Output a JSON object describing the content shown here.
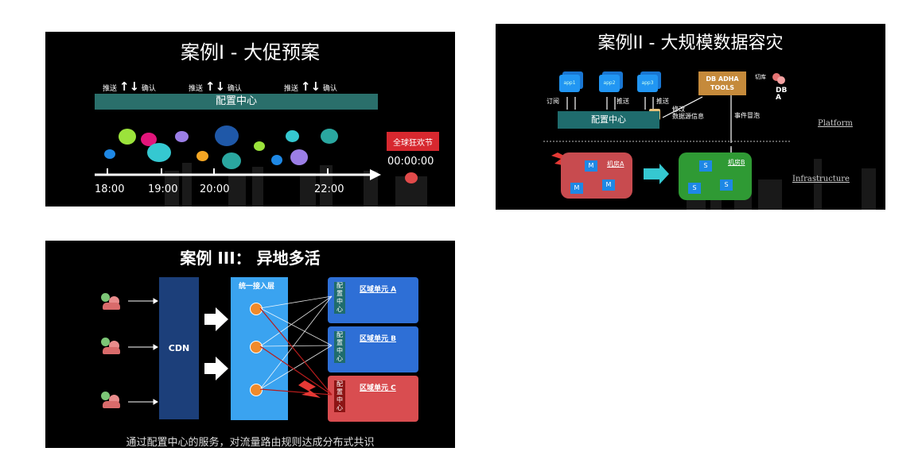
{
  "slide1": {
    "title": "案例I - 大促预案",
    "push_label": "推送",
    "confirm_label": "确认",
    "center_bar": "配置中心",
    "times": [
      "18:00",
      "19:00",
      "20:00",
      "22:00"
    ],
    "countdown": "00:00:00",
    "banner": "全球狂欢节"
  },
  "slide2": {
    "title": "案例II - 大规模数据容灾",
    "apps": [
      "app1",
      "app2",
      "app3"
    ],
    "subscribe": "订阅",
    "push": "推送",
    "modify": "修改\n数据源信息",
    "tool_box": "DB ADHA\nTOOLS",
    "switch_label": "切库",
    "dba_label": "DB\nA",
    "config_center": "配置中心",
    "event_bubble": "事件冒泡",
    "platform": "Platform",
    "infrastructure": "Infrastructure",
    "room_a": "机房A",
    "room_b": "机房B",
    "master_letter": "M",
    "slave_letter": "S"
  },
  "slide3": {
    "title": "案例 III： 异地多活",
    "cdn": "CDN",
    "access_layer": "统一接入层",
    "config_chars": "配\n置\n中\n心",
    "region_a": "区域单元 A",
    "region_b": "区域单元 B",
    "region_c": "区域单元 C",
    "caption": "通过配置中心的服务，对流量路由规则达成分布式共识"
  }
}
